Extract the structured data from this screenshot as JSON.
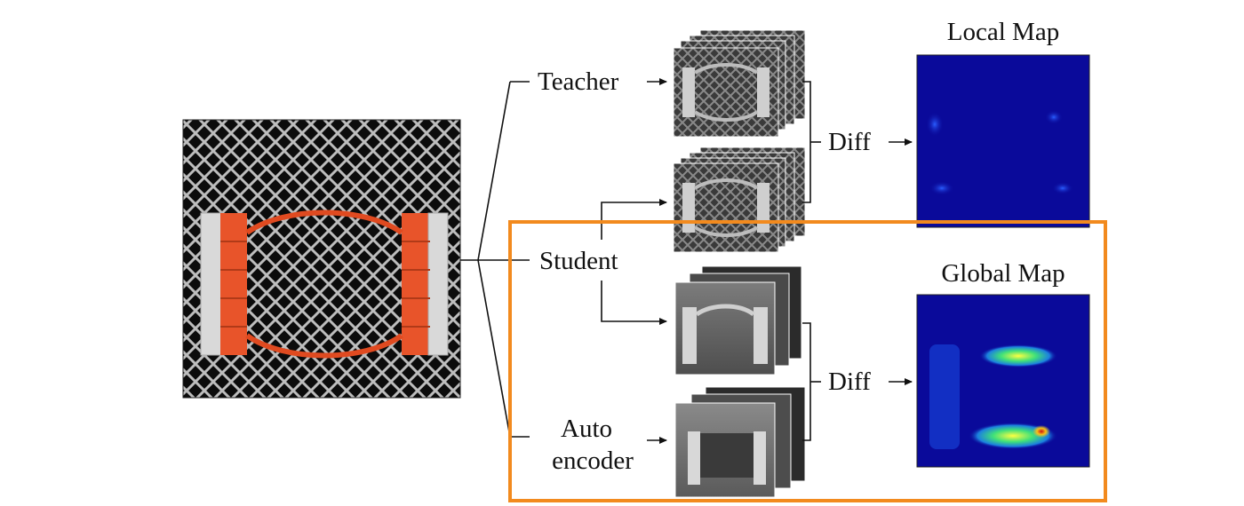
{
  "labels": {
    "teacher": "Teacher",
    "student": "Student",
    "autoencoder_line1": "Auto",
    "autoencoder_line2": "encoder",
    "diff_local": "Diff",
    "diff_global": "Diff",
    "local_map": "Local Map",
    "global_map": "Global Map"
  },
  "colors": {
    "highlight_box": "#f28a1e",
    "heatmap_background": "#0a0a9a",
    "connector_orange": "#e8542a",
    "lines": "#111111"
  },
  "icons": {
    "input_image": "mesh-background-with-orange-connectors",
    "feature_maps": "grayscale-feature-map-stack"
  }
}
